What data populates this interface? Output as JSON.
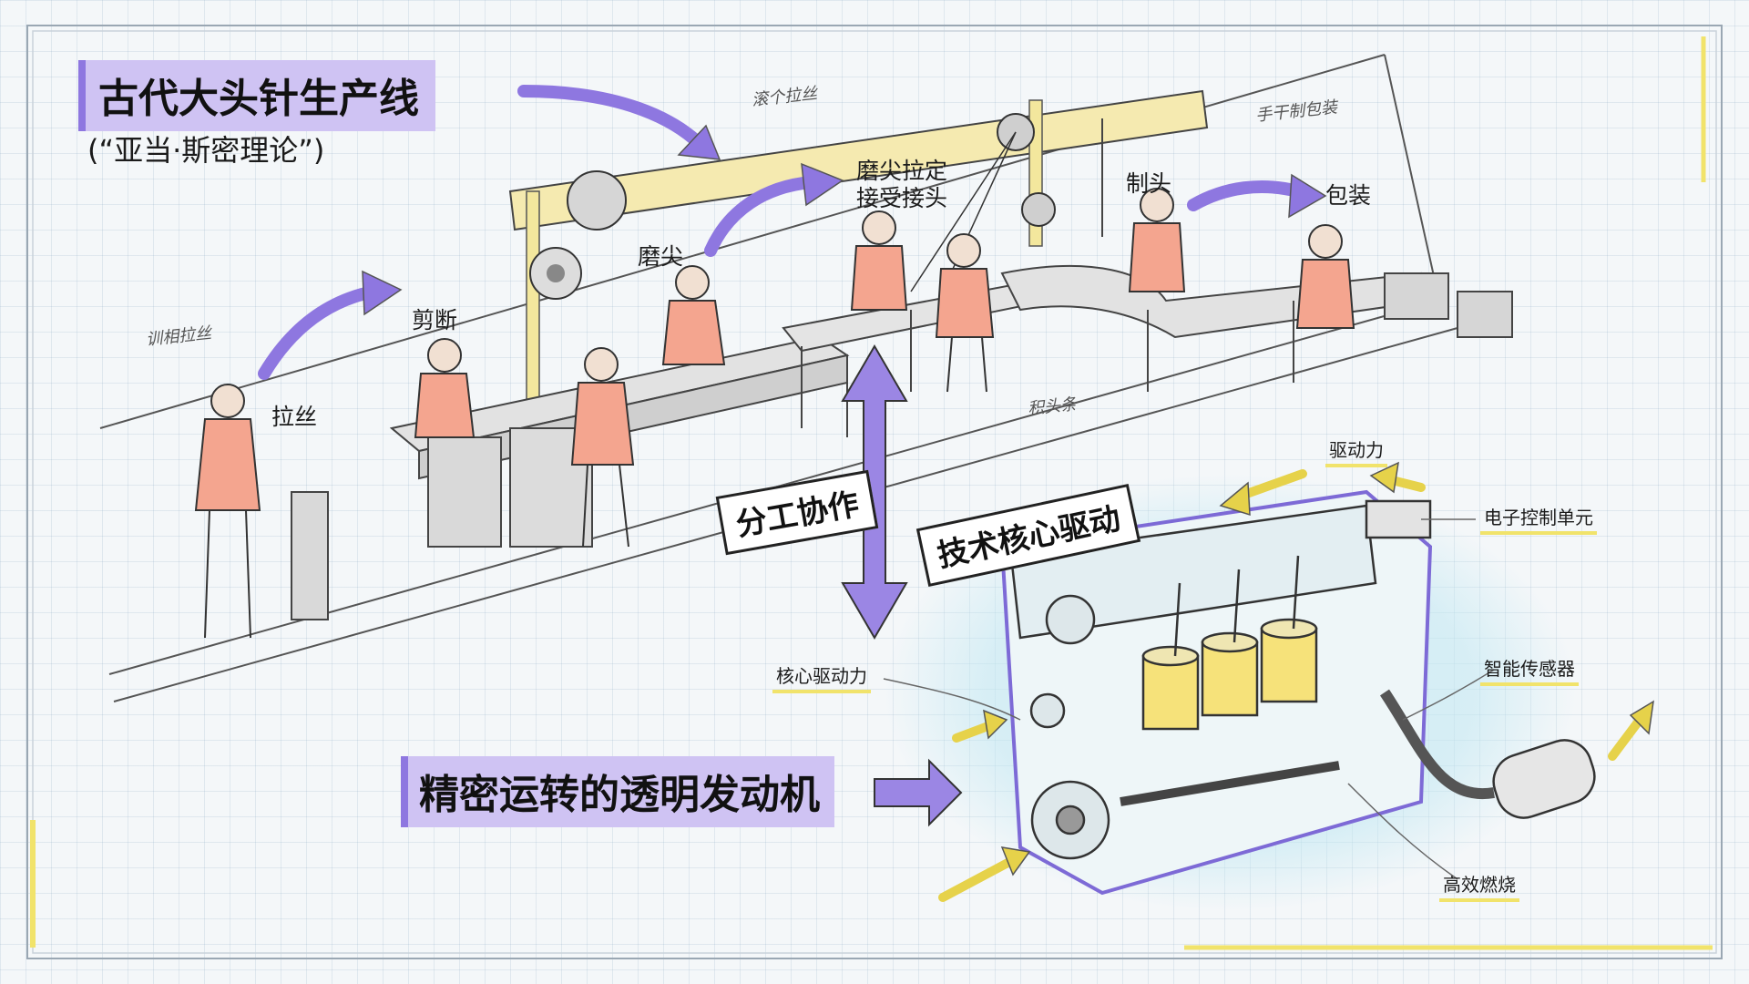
{
  "title": "古代大头针生产线",
  "subtitle": "(“亚当·斯密理论”)",
  "steps": {
    "draw_wire": "拉丝",
    "cut": "剪断",
    "grind_tip": "磨尖",
    "grind_join_1": "磨尖拉定",
    "grind_join_2": "接受接头",
    "make_head": "制头",
    "package": "包装"
  },
  "notes": {
    "straighten": "训相拉丝",
    "wire_line": "滚个拉丝",
    "hand_pack": "手干制包装",
    "head_strip": "积头条"
  },
  "labels": {
    "division": "分工协作",
    "tech_drive": "技术核心驱动",
    "engine_title": "精密运转的透明发动机"
  },
  "callouts": {
    "drive_force": "驱动力",
    "ecu": "电子控制单元",
    "core_power": "核心驱动力",
    "smart_sensor": "智能传感器",
    "combustion": "高效燃烧"
  },
  "colors": {
    "accent_purple": "#8e77e0",
    "label_bg": "#cfc3f3",
    "arrow_yellow": "#f1e36b",
    "worker_shirt": "#f4a58f",
    "engine_glow": "#bfe7f2"
  }
}
